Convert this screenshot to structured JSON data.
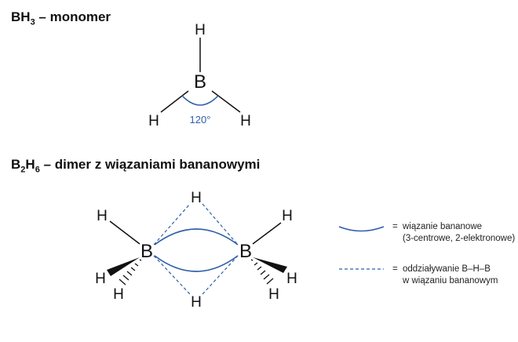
{
  "monomer": {
    "title": {
      "pre": "BH",
      "sub": "3",
      "post": " – monomer"
    },
    "center": "B",
    "top": "H",
    "left": "H",
    "right": "H",
    "angle": "120°"
  },
  "dimer": {
    "title": {
      "pre1": "B",
      "sub1": "2",
      "pre2": "H",
      "sub2": "6",
      "post": " – dimer z wiązaniami bananowymi"
    },
    "boron_left": "B",
    "boron_right": "B",
    "bridge_top": "H",
    "bridge_bottom": "H",
    "left_h_top": "H",
    "left_h_wedge": "H",
    "left_h_hash": "H",
    "right_h_top": "H",
    "right_h_wedge": "H",
    "right_h_hash": "H"
  },
  "legend": {
    "eq1": "=",
    "banana_line1": "wiązanie bananowe",
    "banana_line2": "(3-centrowe, 2-elektronowe)",
    "eq2": "=",
    "interaction_line1": "oddziaływanie B–H–B",
    "interaction_line2": "w wiązaniu bananowym"
  },
  "colors": {
    "bond_blue": "#2f5fa8",
    "ink": "#111111"
  }
}
